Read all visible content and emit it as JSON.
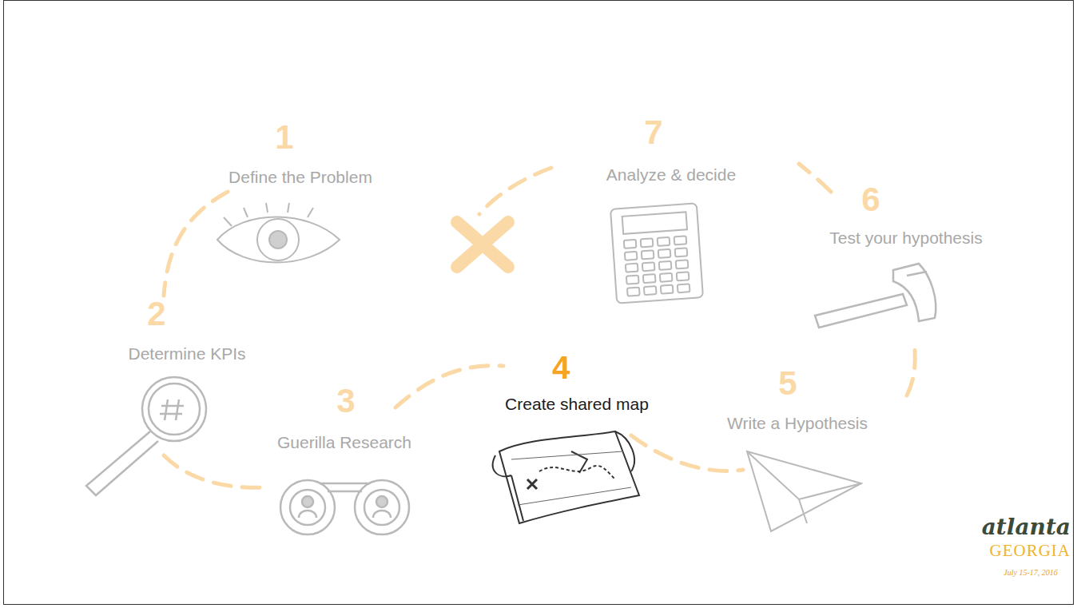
{
  "diagram": {
    "labels": [
      "1",
      "Define the Problem",
      "2",
      "Determine KPIs",
      "3",
      "Guerilla Research",
      "4",
      "Create shared map",
      "5",
      "Write a Hypothesis",
      "6",
      "Test your hypothesis",
      "7",
      "Analyze & decide",
      "atlanta",
      "GEORGIA",
      "July 15-17, 2016"
    ]
  }
}
